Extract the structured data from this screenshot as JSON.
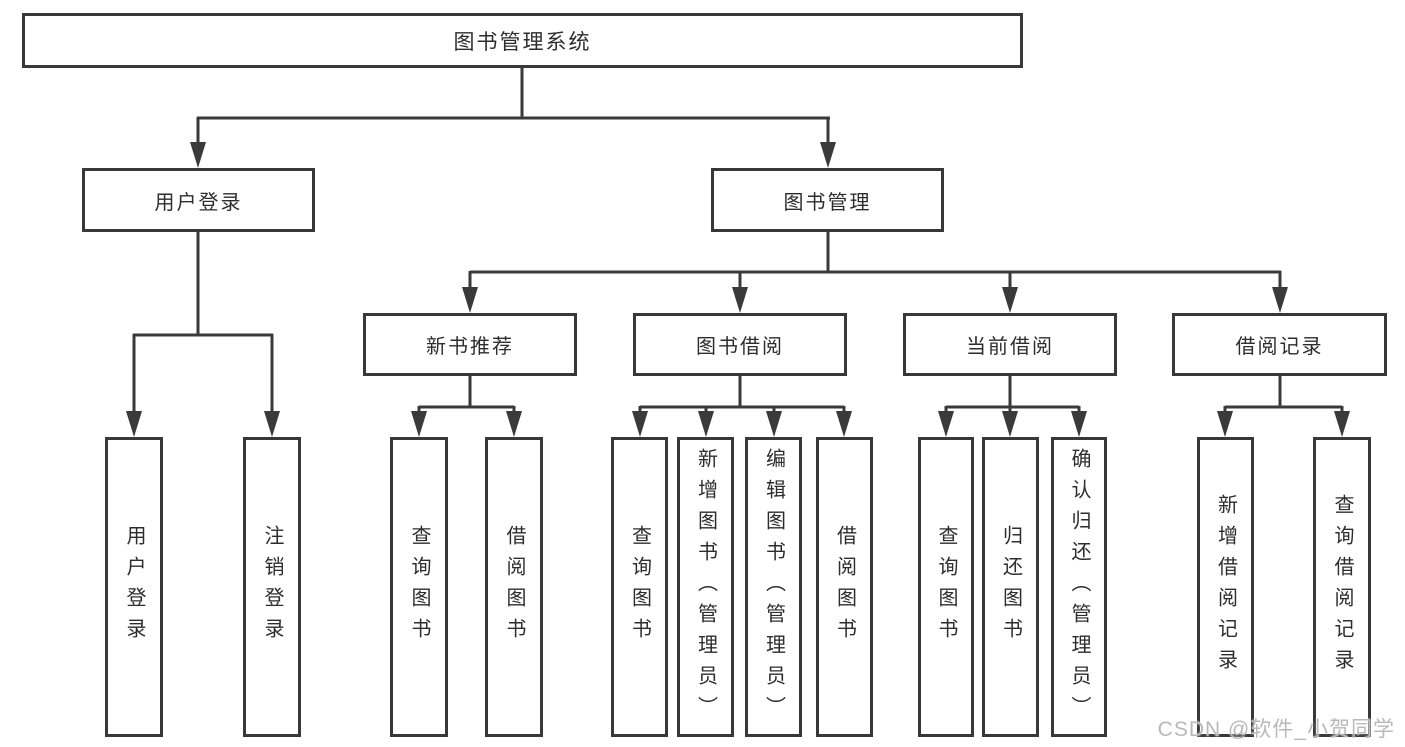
{
  "tree": {
    "label": "图书管理系统",
    "children": [
      {
        "label": "用户登录",
        "children": [
          {
            "label": "用户登录"
          },
          {
            "label": "注销登录"
          }
        ]
      },
      {
        "label": "图书管理",
        "children": [
          {
            "label": "新书推荐",
            "children": [
              {
                "label": "查询图书"
              },
              {
                "label": "借阅图书"
              }
            ]
          },
          {
            "label": "图书借阅",
            "children": [
              {
                "label": "查询图书"
              },
              {
                "label": "新增图书（管理员）"
              },
              {
                "label": "编辑图书（管理员）"
              },
              {
                "label": "借阅图书"
              }
            ]
          },
          {
            "label": "当前借阅",
            "children": [
              {
                "label": "查询图书"
              },
              {
                "label": "归还图书"
              },
              {
                "label": "确认归还（管理员）"
              }
            ]
          },
          {
            "label": "借阅记录",
            "children": [
              {
                "label": "新增借阅记录"
              },
              {
                "label": "查询借阅记录"
              }
            ]
          }
        ]
      }
    ]
  },
  "watermark": {
    "text": "CSDN @软件_小贺同学"
  },
  "colors": {
    "line": "#3a3a3a",
    "box_border": "#383838",
    "text": "#2d2d2d",
    "watermark": "#b9b9b9",
    "background": "#ffffff"
  }
}
